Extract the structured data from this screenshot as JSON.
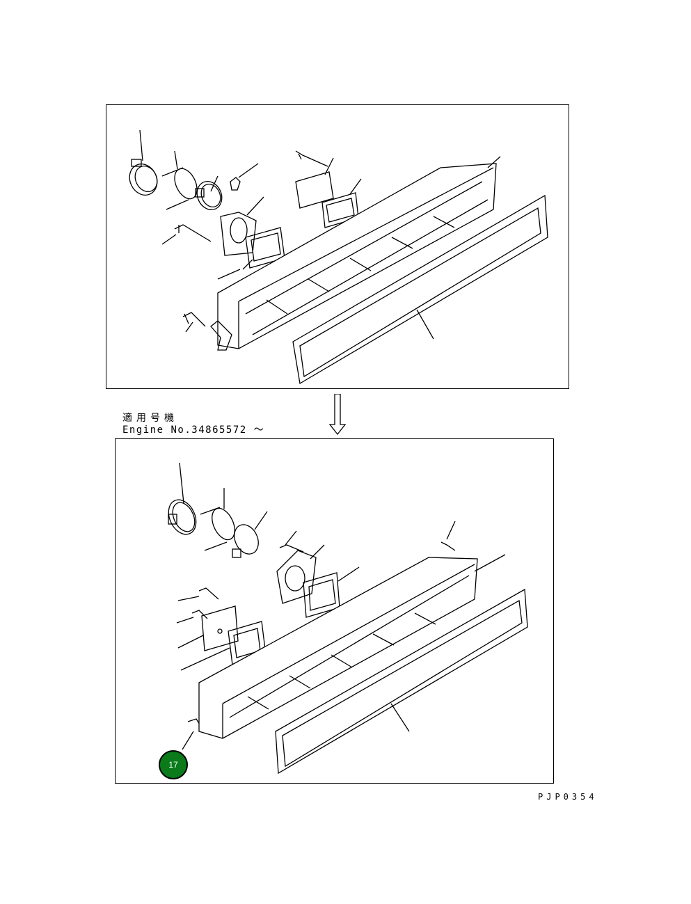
{
  "applicability": {
    "japanese": "適用号機",
    "english": "Engine No.34865572 ～"
  },
  "drawing_code": "PJP0354",
  "badge": {
    "number": "17",
    "color": "#0a7a1a"
  },
  "icons": {
    "transition_arrow": "arrow-down-icon"
  }
}
